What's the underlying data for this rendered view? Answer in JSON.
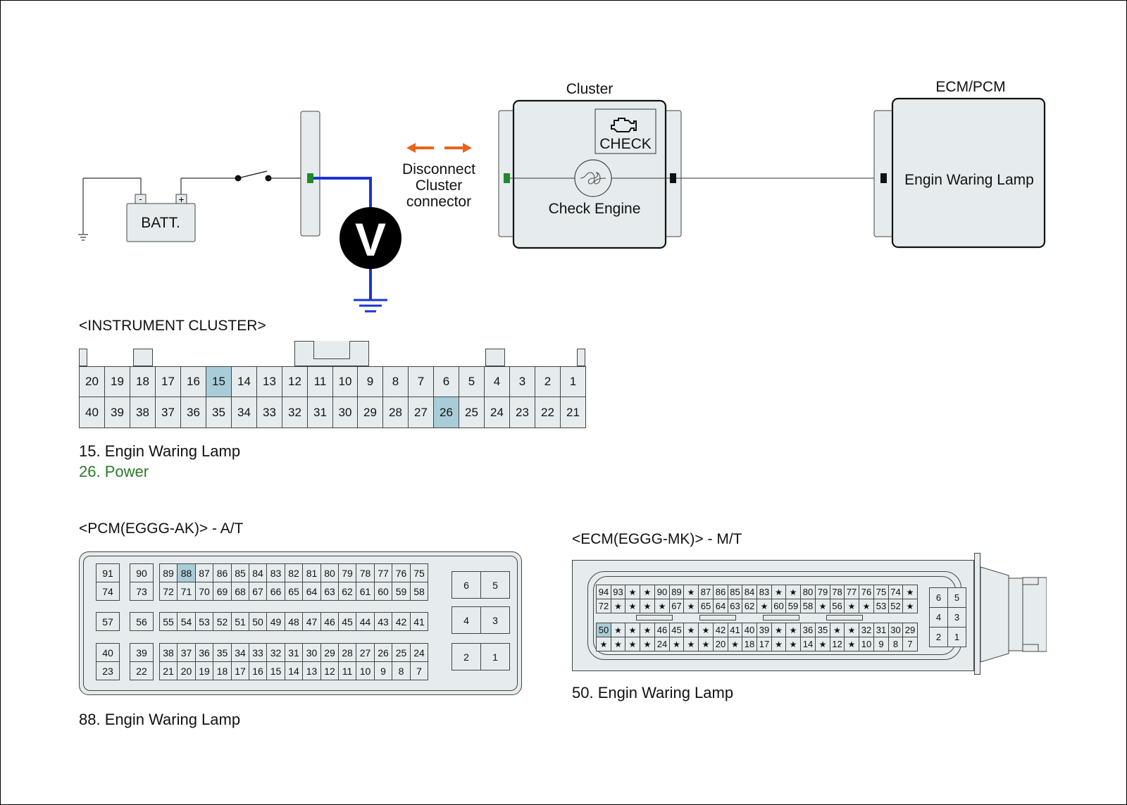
{
  "colors": {
    "highlight": "#a9cdd8",
    "wire_blue": "#1a34d6",
    "arrow_orange": "#e8641c",
    "terminal_green": "#1f8a2a",
    "component_fill": "#e6eced"
  },
  "schematic": {
    "battery_label": "BATT.",
    "battery_minus": "-",
    "battery_plus": "+",
    "voltmeter_label": "V",
    "disconnect_lines": [
      "Disconnect",
      "Cluster",
      "connector"
    ],
    "cluster_title": "Cluster",
    "check_label": "CHECK",
    "check_engine_label": "Check Engine",
    "ecm_title": "ECM/PCM",
    "ecm_inner": "Engin Waring Lamp",
    "icons": [
      "engine-icon",
      "lamp-icon",
      "ground-icon",
      "switch-icon",
      "arrow-left-icon",
      "arrow-right-icon"
    ]
  },
  "instrument_cluster": {
    "title": "<INSTRUMENT CLUSTER>",
    "row1": [
      "20",
      "19",
      "18",
      "17",
      "16",
      "15",
      "14",
      "13",
      "12",
      "11",
      "10",
      "9",
      "8",
      "7",
      "6",
      "5",
      "4",
      "3",
      "2",
      "1"
    ],
    "row2": [
      "40",
      "39",
      "38",
      "37",
      "36",
      "35",
      "34",
      "33",
      "32",
      "31",
      "30",
      "29",
      "28",
      "27",
      "26",
      "25",
      "24",
      "23",
      "22",
      "21"
    ],
    "highlighted": [
      "15",
      "26"
    ],
    "notes": [
      {
        "text": "15. Engin Waring Lamp",
        "color": "default"
      },
      {
        "text": "26. Power",
        "color": "green"
      }
    ]
  },
  "pcm": {
    "title": "<PCM(EGGG-AK)> - A/T",
    "side_pairs": [
      [
        "91",
        "74"
      ],
      [
        "90",
        "73"
      ],
      [
        "57",
        ""
      ],
      [
        "56",
        ""
      ],
      [
        "40",
        "23"
      ],
      [
        "39",
        "22"
      ]
    ],
    "rows": [
      [
        "89",
        "88",
        "87",
        "86",
        "85",
        "84",
        "83",
        "82",
        "81",
        "80",
        "79",
        "78",
        "77",
        "76",
        "75"
      ],
      [
        "72",
        "71",
        "70",
        "69",
        "68",
        "67",
        "66",
        "65",
        "64",
        "63",
        "62",
        "61",
        "60",
        "59",
        "58"
      ],
      [
        "55",
        "54",
        "53",
        "52",
        "51",
        "50",
        "49",
        "48",
        "47",
        "46",
        "45",
        "44",
        "43",
        "42",
        "41"
      ],
      [
        "38",
        "37",
        "36",
        "35",
        "34",
        "33",
        "32",
        "31",
        "30",
        "29",
        "28",
        "27",
        "26",
        "25",
        "24"
      ],
      [
        "21",
        "20",
        "19",
        "18",
        "17",
        "16",
        "15",
        "14",
        "13",
        "12",
        "11",
        "10",
        "9",
        "8",
        "7"
      ]
    ],
    "right_block": [
      [
        "6",
        "5"
      ],
      [
        "4",
        "3"
      ],
      [
        "2",
        "1"
      ]
    ],
    "highlighted": [
      "88"
    ],
    "note": "88. Engin Waring Lamp"
  },
  "ecm": {
    "title": "<ECM(EGGG-MK)> - M/T",
    "rows": [
      [
        "94",
        "93",
        "★",
        "★",
        "90",
        "89",
        "★",
        "87",
        "86",
        "85",
        "84",
        "83",
        "★",
        "★",
        "80",
        "79",
        "78",
        "77",
        "76",
        "75",
        "74",
        "★"
      ],
      [
        "72",
        "★",
        "★",
        "★",
        "★",
        "67",
        "★",
        "65",
        "64",
        "63",
        "62",
        "★",
        "60",
        "59",
        "58",
        "★",
        "56",
        "★",
        "★",
        "53",
        "52",
        "★"
      ],
      [
        "50",
        "★",
        "★",
        "★",
        "46",
        "45",
        "★",
        "★",
        "42",
        "41",
        "40",
        "39",
        "★",
        "★",
        "36",
        "35",
        "★",
        "★",
        "32",
        "31",
        "30",
        "29"
      ],
      [
        "★",
        "★",
        "★",
        "★",
        "24",
        "★",
        "★",
        "★",
        "20",
        "★",
        "18",
        "17",
        "★",
        "★",
        "14",
        "★",
        "12",
        "★",
        "10",
        "9",
        "8",
        "7"
      ]
    ],
    "right_block": [
      [
        "6",
        "5"
      ],
      [
        "4",
        "3"
      ],
      [
        "2",
        "1"
      ]
    ],
    "highlighted": [
      "50"
    ],
    "note": "50. Engin Waring Lamp"
  }
}
